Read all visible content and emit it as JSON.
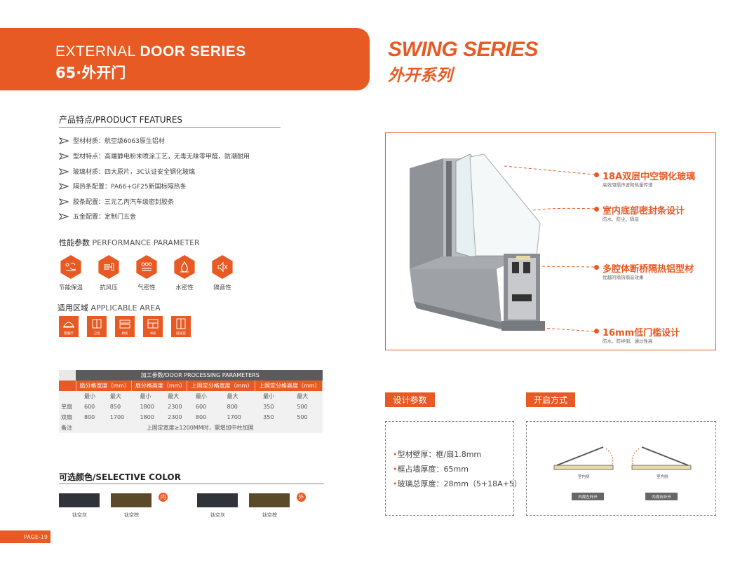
{
  "header": {
    "series_thin": "EXTERNAL",
    "series_bold": "DOOR SERIES",
    "product": "65·外开门",
    "swing_en": "SWING SERIES",
    "swing_cn": "外开系列"
  },
  "features": {
    "title": "产品特点/PRODUCT FEATURES",
    "items": [
      "型材材质：航空级6063原生铝材",
      "型材特点：高端静电粉末喷涂工艺，无毒无味零甲醛，防潮耐用",
      "玻璃材质：四大原片，3C认证安全钢化玻璃",
      "隔热条配置：PA66+GF25新国标隔热条",
      "胶条配置：三元乙丙汽车级密封胶条",
      "五金配置：定制门五金"
    ]
  },
  "performance": {
    "title_cn": "性能参数",
    "title_en": "PERFORMANCE PARAMETER",
    "items": [
      {
        "label": "节能保温",
        "icon": "thermometer-icon"
      },
      {
        "label": "抗风压",
        "icon": "wind-icon"
      },
      {
        "label": "气密性",
        "icon": "airtight-icon"
      },
      {
        "label": "水密性",
        "icon": "water-drop-icon"
      },
      {
        "label": "隔音性",
        "icon": "speaker-mute-icon"
      }
    ]
  },
  "applicable": {
    "title_cn": "适用区域",
    "title_en": "APPLICABLE AREA",
    "items": [
      {
        "label": "客餐厅",
        "icon": "dining-icon"
      },
      {
        "label": "卫浴",
        "icon": "bath-icon"
      },
      {
        "label": "厨房",
        "icon": "kitchen-icon"
      },
      {
        "label": "书房",
        "icon": "study-icon"
      },
      {
        "label": "庭居室",
        "icon": "room-icon"
      }
    ]
  },
  "table": {
    "title": "加工参数/DOOR PROCESSING PARAMETERS",
    "groups": [
      "扇分格宽度（mm）",
      "扇分格高度（mm）",
      "上固定分格宽度（mm）",
      "上固定分格高度（mm）"
    ],
    "sub": [
      "最小",
      "最大",
      "最小",
      "最大",
      "最小",
      "最大",
      "最小",
      "最大"
    ],
    "rows": [
      {
        "label": "单扇",
        "values": [
          "600",
          "850",
          "1800",
          "2300",
          "600",
          "800",
          "350",
          "500"
        ]
      },
      {
        "label": "双扇",
        "values": [
          "800",
          "1700",
          "1800",
          "2300",
          "800",
          "1700",
          "350",
          "500"
        ]
      }
    ],
    "note_label": "备注",
    "note": "上固定宽度≥1200MM时，需增加中柱加固"
  },
  "colors": {
    "title": "可选颜色/SELECTIVE COLOR",
    "inner_badge": "内",
    "outer_badge": "外",
    "swatches": [
      {
        "label": "钛空灰",
        "hex": "#30343a"
      },
      {
        "label": "钛空棕",
        "hex": "#5a4a2a"
      },
      {
        "label": "钛空灰",
        "hex": "#30343a"
      },
      {
        "label": "钛空棕",
        "hex": "#5a4a2a"
      }
    ]
  },
  "callouts": [
    {
      "title": "18A双层中空钢化玻璃",
      "sub": "高效阻隔声波和热量传递"
    },
    {
      "title": "室内底部密封条设计",
      "sub": "防水、防尘、隔音"
    },
    {
      "title": "多腔体断桥隔热铝型材",
      "sub": "优越的隔热隔音效果"
    },
    {
      "title": "16mm低门槛设计",
      "sub": "防水、防绊倒、通过性高"
    }
  ],
  "design": {
    "title": "设计参数",
    "specs": [
      "型材壁厚：框/扇1.8mm",
      "框占墙厚度：65mm",
      "玻璃总厚度：28mm（5+18A+5）"
    ]
  },
  "opening": {
    "title": "开启方式",
    "indoor": "室内侧",
    "btn_left": "内视左外开",
    "btn_right": "内视右外开"
  },
  "page": "PAGE-19",
  "brand": {
    "accent": "#e85a24"
  }
}
